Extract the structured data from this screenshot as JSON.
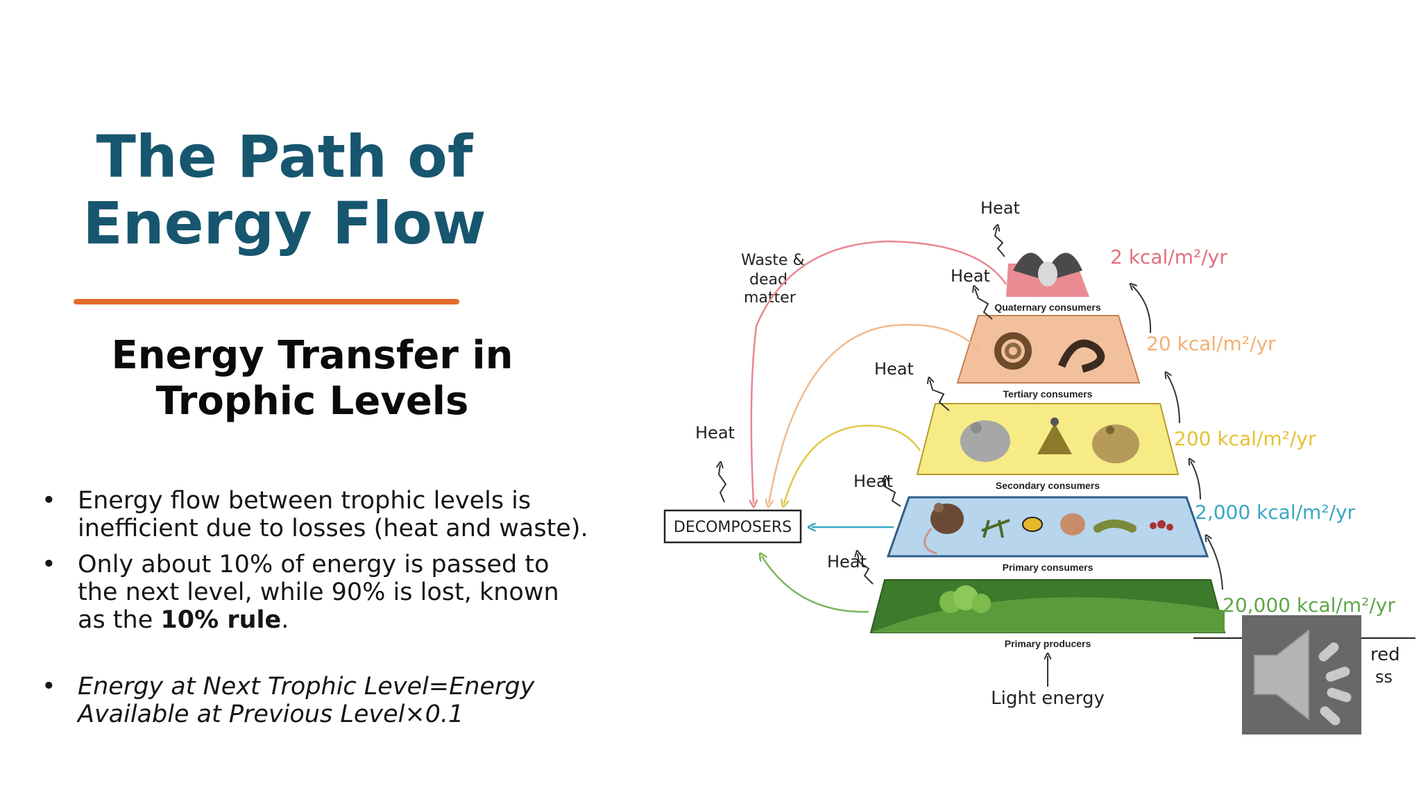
{
  "slide": {
    "title_line1": "The Path of",
    "title_line2": "Energy Flow",
    "subtitle_line1": "Energy Transfer in",
    "subtitle_line2": "Trophic Levels",
    "bullets": {
      "b1": "Energy flow between trophic levels is inefficient due to losses (heat and waste).",
      "b2_before": "Only about 10% of energy is passed to the next level, while 90% is lost, known as the ",
      "b2_bold": "10% rule",
      "b2_after": ".",
      "b3": "Energy at Next Trophic Level=Energy Available at Previous Level×0.1"
    },
    "accent_colors": {
      "title": "#17566f",
      "rule_line": "#e56b2e"
    }
  },
  "diagram": {
    "levels": {
      "quaternary": "Quaternary consumers",
      "tertiary": "Tertiary consumers",
      "secondary": "Secondary consumers",
      "primary_consumers": "Primary consumers",
      "primary_producers": "Primary producers"
    },
    "energy": {
      "e2": "2 kcal/m²/yr",
      "e20": "20 kcal/m²/yr",
      "e200": "200 kcal/m²/yr",
      "e2000": "2,000 kcal/m²/yr",
      "e20000": "20,000 kcal/m²/yr"
    },
    "heat": "Heat",
    "waste_line1": "Waste &",
    "waste_line2": "dead",
    "waste_line3": "matter",
    "decomposers": "DECOMPOSERS",
    "light_energy": "Light energy",
    "partial_line1": "red",
    "partial_line2": "ss",
    "colors": {
      "quaternary": "#ea8a92",
      "tertiary": "#f2c09d",
      "secondary": "#f7eb86",
      "primary_consumers": "#b7d5ec",
      "producers": "#3e7a2c",
      "e2": "#e0707e",
      "e20": "#f2b074",
      "e200": "#e5c232",
      "e2000": "#3aa5c6",
      "e20000": "#5ea64a"
    }
  },
  "audio": {
    "icon": "speaker-icon"
  }
}
